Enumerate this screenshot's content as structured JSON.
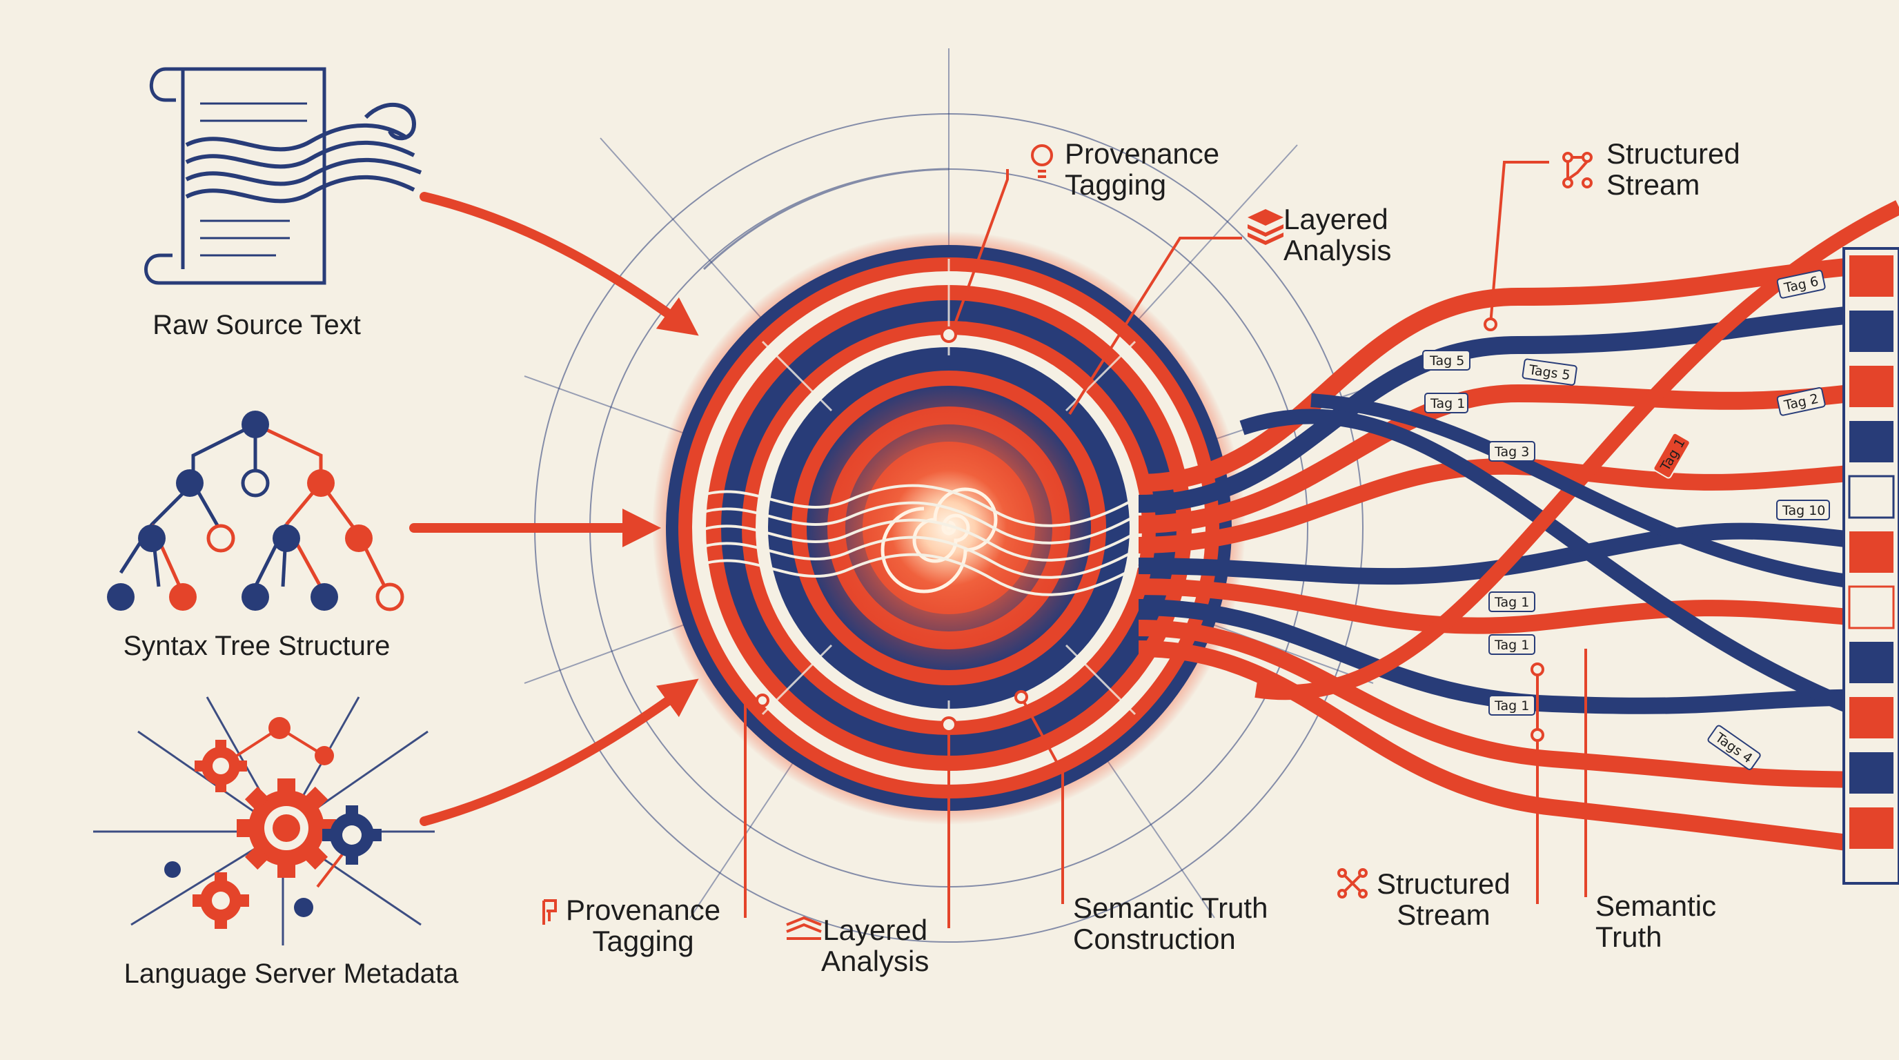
{
  "colors": {
    "background": "#f5f0e4",
    "navy": "#283c78",
    "orange_red": "#e4442a",
    "text": "#1d1d1d"
  },
  "inputs": [
    {
      "label": "Raw Source Text",
      "icon": "scroll-wave-icon"
    },
    {
      "label": "Syntax Tree Structure",
      "icon": "tree-icon"
    },
    {
      "label": "Language Server Metadata",
      "icon": "gears-network-icon"
    }
  ],
  "callouts_top": {
    "provenance": {
      "line1": "Provenance",
      "line2": "Tagging",
      "icon": "lightbulb-icon"
    },
    "layered": {
      "line1": "Layered",
      "line2": "Analysis",
      "icon": "layers-icon"
    },
    "structured": {
      "line1": "Structured",
      "line2": "Stream",
      "icon": "network-nodes-icon"
    }
  },
  "callouts_bottom": {
    "provenance": {
      "line1": "Provenance",
      "line2": "Tagging",
      "icon": "tag-bracket-icon"
    },
    "layered": {
      "line1": "Layered",
      "line2": "Analysis",
      "icon": "layers-icon"
    },
    "semantic_construction": {
      "line1": "Semantic Truth",
      "line2": "Construction"
    },
    "structured": {
      "line1": "Structured",
      "line2": "Stream",
      "icon": "network-nodes-icon"
    },
    "semantic_truth": {
      "line1": "Semantic",
      "line2": "Truth"
    }
  },
  "tags": [
    "Tag 5",
    "Tags 5",
    "Tag 1",
    "Tag 3",
    "Tag 1",
    "Tag 1",
    "Tag 1",
    "Tag 6",
    "Tag 2",
    "Tag 10",
    "Tags 4",
    "Tag 1"
  ]
}
